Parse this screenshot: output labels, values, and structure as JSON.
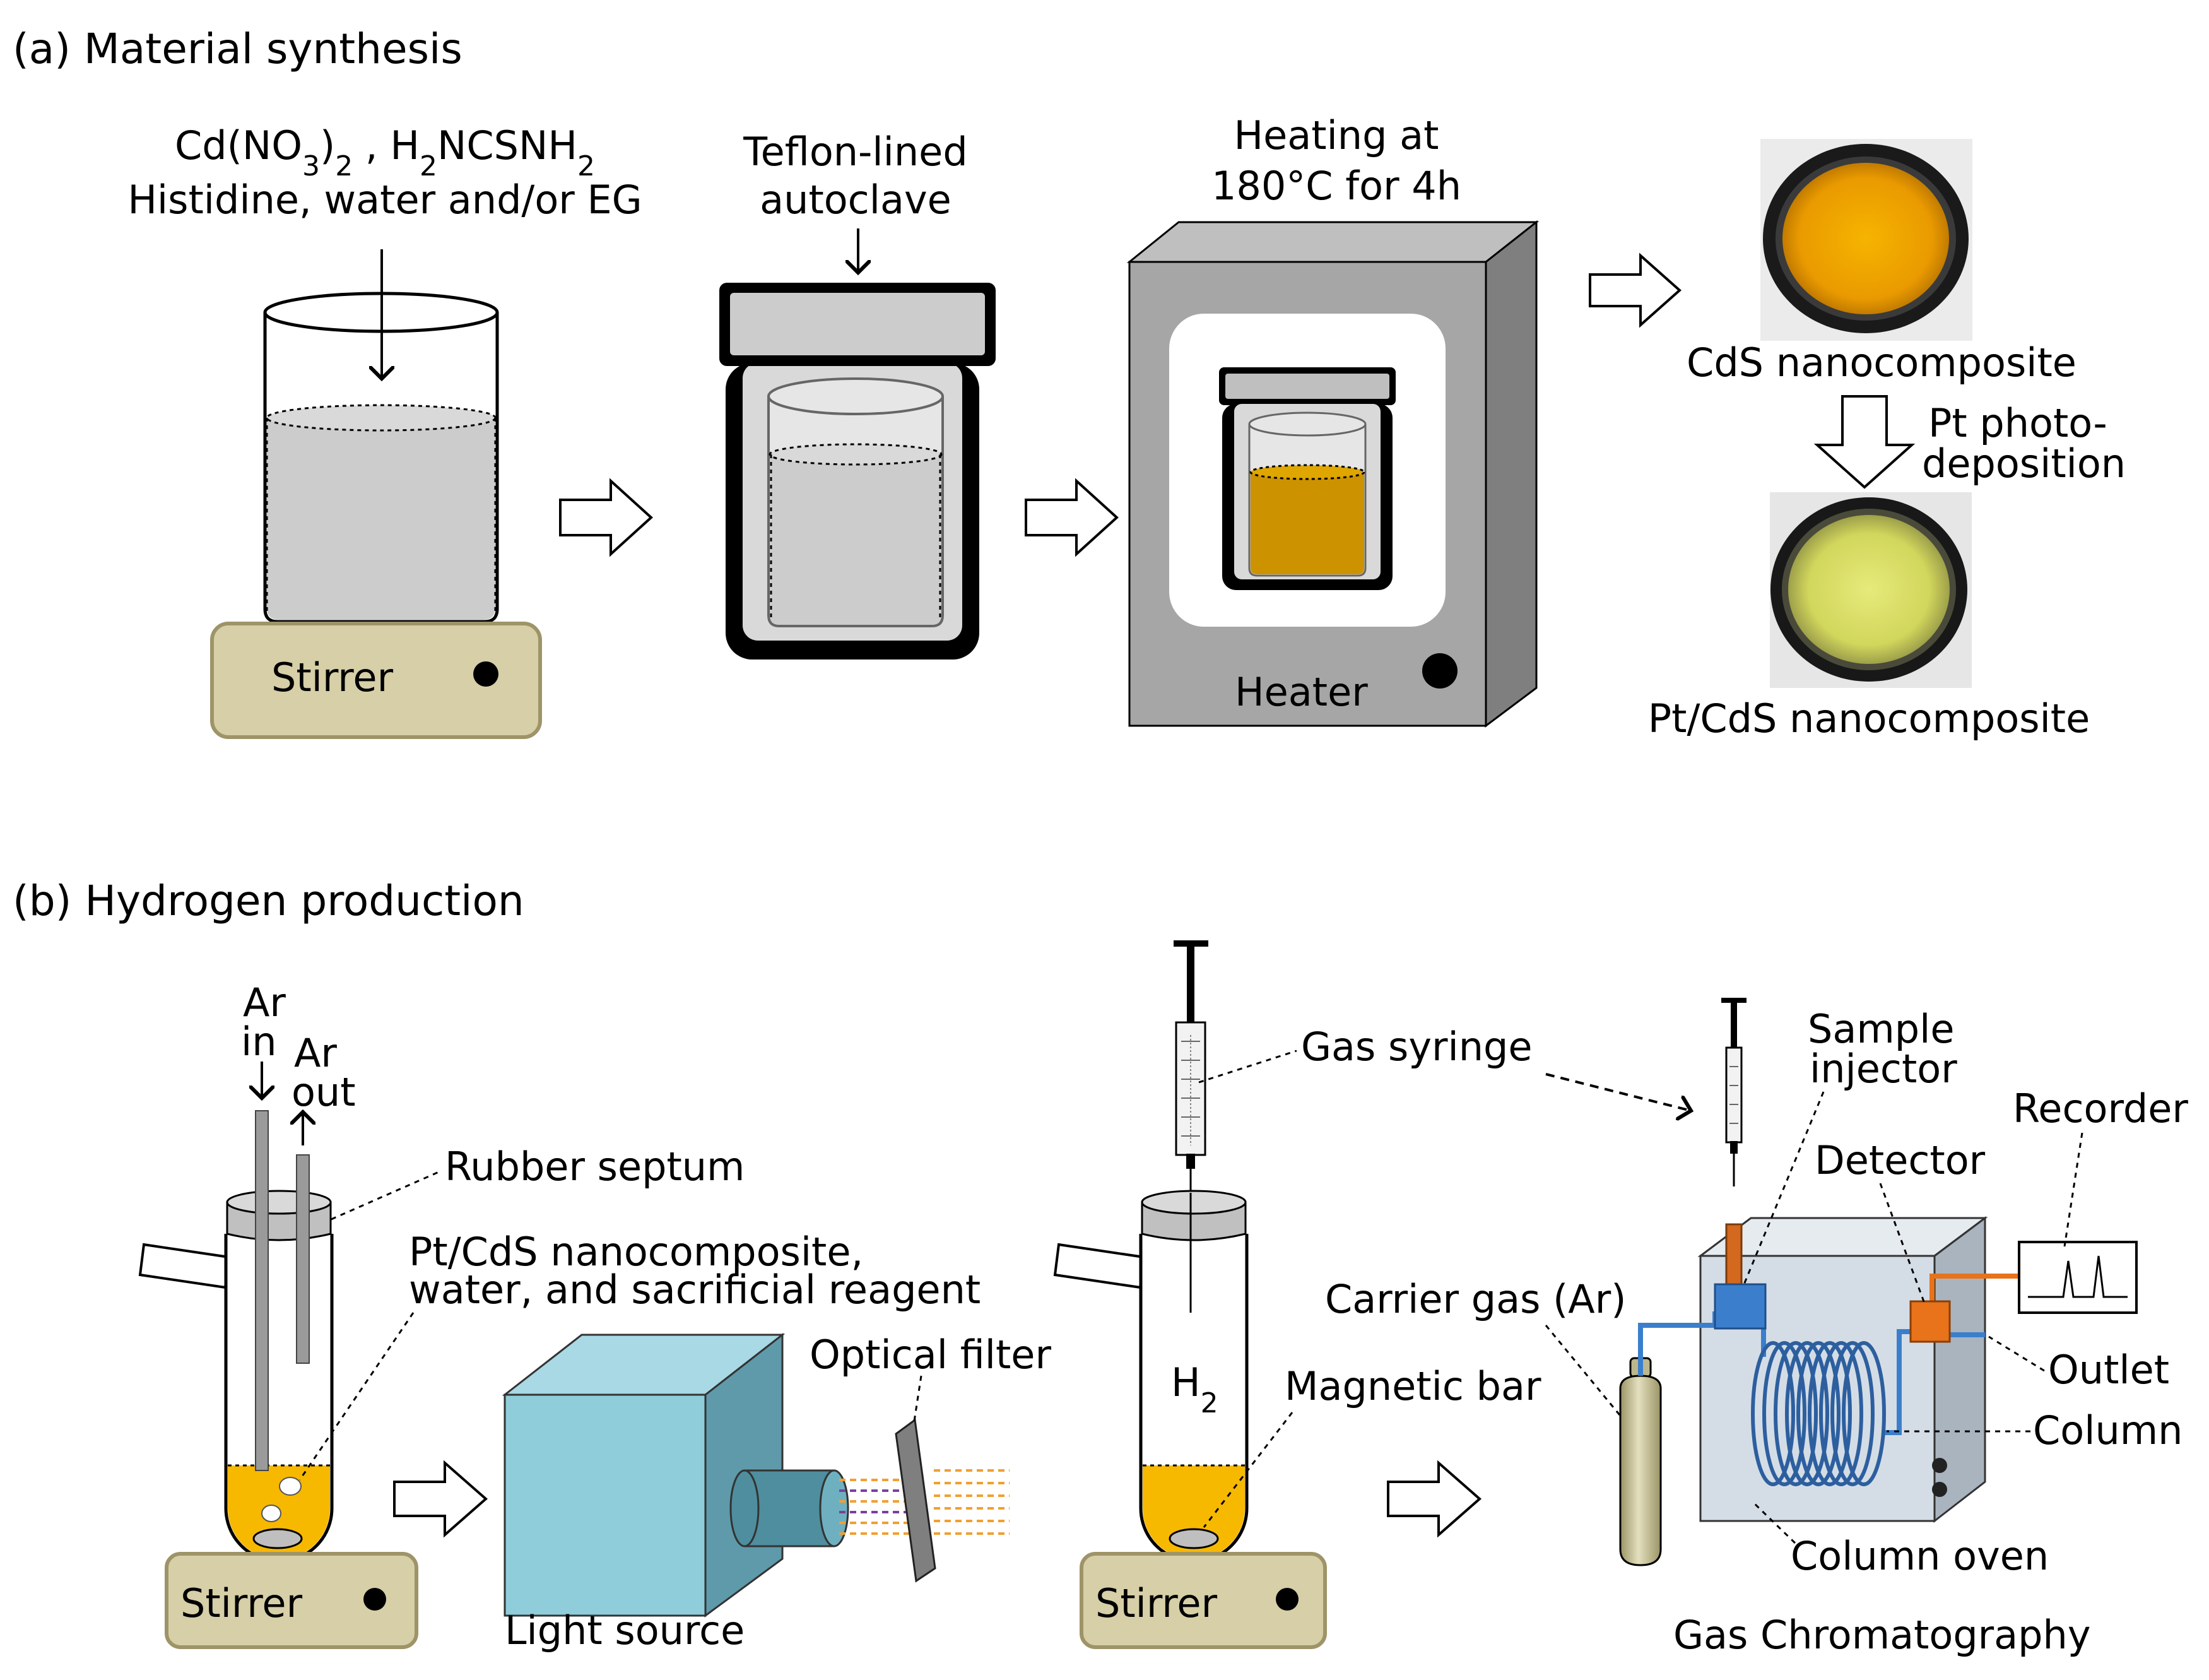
{
  "sections": {
    "a_title": "(a) Material synthesis",
    "b_title": "(b) Hydrogen production"
  },
  "part_a": {
    "reagents_line1_parts": [
      "Cd(NO",
      "3",
      ")",
      "2",
      " , H",
      "2",
      "NCSNH",
      "2"
    ],
    "reagents_line2": "Histidine, water and/or EG",
    "autoclave_line1": "Teflon-lined",
    "autoclave_line2": "autoclave",
    "heating_line1": "Heating at",
    "heating_line2": "180°C for 4h",
    "heater_label": "Heater",
    "stirrer_label": "Stirrer",
    "cds_label": "CdS  nanocomposite",
    "pt_step_line1": "Pt photo-",
    "pt_step_line2": "deposition",
    "ptcds_label": "Pt/CdS nanocomposite"
  },
  "part_b": {
    "ar_in_line1": "Ar",
    "ar_in_line2": "in",
    "ar_out_line1": "Ar",
    "ar_out_line2": "out",
    "rubber_septum": "Rubber septum",
    "mixture_line1": "Pt/CdS nanocomposite,",
    "mixture_line2": "water, and sacrificial reagent",
    "stirrer_left": "Stirrer",
    "light_source": "Light source",
    "optical_filter": "Optical filter",
    "gas_syringe": "Gas syringe",
    "h2_parts": [
      "H",
      "2"
    ],
    "magnetic_bar": "Magnetic bar",
    "stirrer_right": "Stirrer",
    "carrier_gas": "Carrier gas (Ar)",
    "sample_injector_line1": "Sample",
    "sample_injector_line2": "injector",
    "detector": "Detector",
    "recorder": "Recorder",
    "outlet": "Outlet",
    "column": "Column",
    "column_oven": "Column oven",
    "gc_label": "Gas Chromatography"
  },
  "colors": {
    "liquid_gray": "#cccccc",
    "stirrer_base": "#d6cfa7",
    "heater_gray": "#a6a6a6",
    "cds_orange": "#f2a700",
    "solution_yellow": "#f7b800",
    "light_box": "#8fcddb",
    "gc_box": "#d4dde6",
    "injector_blue": "#3b7fcc",
    "detector_orange": "#e8731a"
  }
}
